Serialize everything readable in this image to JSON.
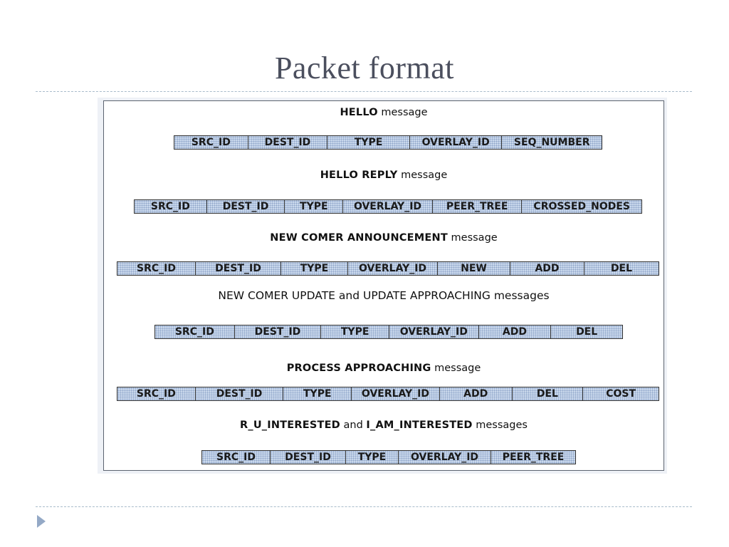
{
  "slide": {
    "title": "Packet format"
  },
  "messages": [
    {
      "name": "HELLO",
      "suffix": " message",
      "fields": [
        "SRC_ID",
        "DEST_ID",
        "TYPE",
        "OVERLAY_ID",
        "SEQ_NUMBER"
      ]
    },
    {
      "name": "HELLO REPLY",
      "suffix": " message",
      "fields": [
        "SRC_ID",
        "DEST_ID",
        "TYPE",
        "OVERLAY_ID",
        "PEER_TREE",
        "CROSSED_NODES"
      ]
    },
    {
      "name": "NEW COMER ANNOUNCEMENT",
      "suffix": " message",
      "fields": [
        "SRC_ID",
        "DEST_ID",
        "TYPE",
        "OVERLAY_ID",
        "NEW",
        "ADD",
        "DEL"
      ]
    },
    {
      "name": "NEW COMER UPDATE",
      "mid": " and ",
      "name2": "UPDATE APPROACHING",
      "suffix": " messages",
      "fields": [
        "SRC_ID",
        "DEST_ID",
        "TYPE",
        "OVERLAY_ID",
        "ADD",
        "DEL"
      ]
    },
    {
      "name": "PROCESS APPROACHING",
      "suffix": " message",
      "fields": [
        "SRC_ID",
        "DEST_ID",
        "TYPE",
        "OVERLAY_ID",
        "ADD",
        "DEL",
        "COST"
      ]
    },
    {
      "name": "R_U_INTERESTED",
      "mid": " and ",
      "name2": "I_AM_INTERESTED",
      "suffix": " messages",
      "fields": [
        "SRC_ID",
        "DEST_ID",
        "TYPE",
        "OVERLAY_ID",
        "PEER_TREE"
      ]
    }
  ],
  "colors": {
    "title": "#4b4f5e",
    "field_fill": "#c9d8ec",
    "rule": "#a9bccb",
    "bullet": "#94a9c6"
  }
}
